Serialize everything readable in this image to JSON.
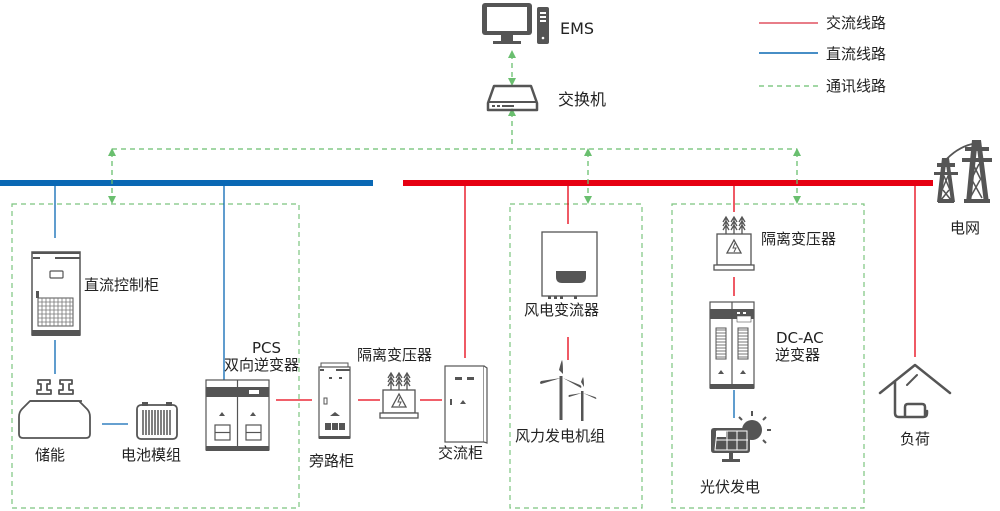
{
  "legend": {
    "items": [
      {
        "label": "交流线路",
        "type": "ac",
        "color": "#e60012"
      },
      {
        "label": "直流线路",
        "type": "dc",
        "color": "#0a68b4"
      },
      {
        "label": "通讯线路",
        "type": "comm",
        "color": "#6abf6f"
      }
    ]
  },
  "colors": {
    "ac": "#e60012",
    "dc": "#0a68b4",
    "comm": "#6abf6f",
    "icon": "#555555",
    "zone_border": "#7cc47f"
  },
  "nodes": {
    "ems": {
      "label": "EMS"
    },
    "switch": {
      "label": "交换机"
    },
    "dc_cabinet": {
      "label": "直流控制柜"
    },
    "storage": {
      "label": "储能"
    },
    "battery": {
      "label": "电池模组"
    },
    "pcs": {
      "label_line1": "PCS",
      "label_line2": "双向逆变器"
    },
    "bypass": {
      "label": "旁路柜"
    },
    "iso_transformer_1": {
      "label": "隔离变压器"
    },
    "ac_cabinet": {
      "label": "交流柜"
    },
    "wind_converter": {
      "label": "风电变流器"
    },
    "wind_turbine": {
      "label": "风力发电机组"
    },
    "iso_transformer_2": {
      "label": "隔离变压器"
    },
    "dcac_inverter": {
      "label_line1": "DC-AC",
      "label_line2": "逆变器"
    },
    "pv": {
      "label": "光伏发电"
    },
    "grid": {
      "label": "电网"
    },
    "load": {
      "label": "负荷"
    }
  }
}
